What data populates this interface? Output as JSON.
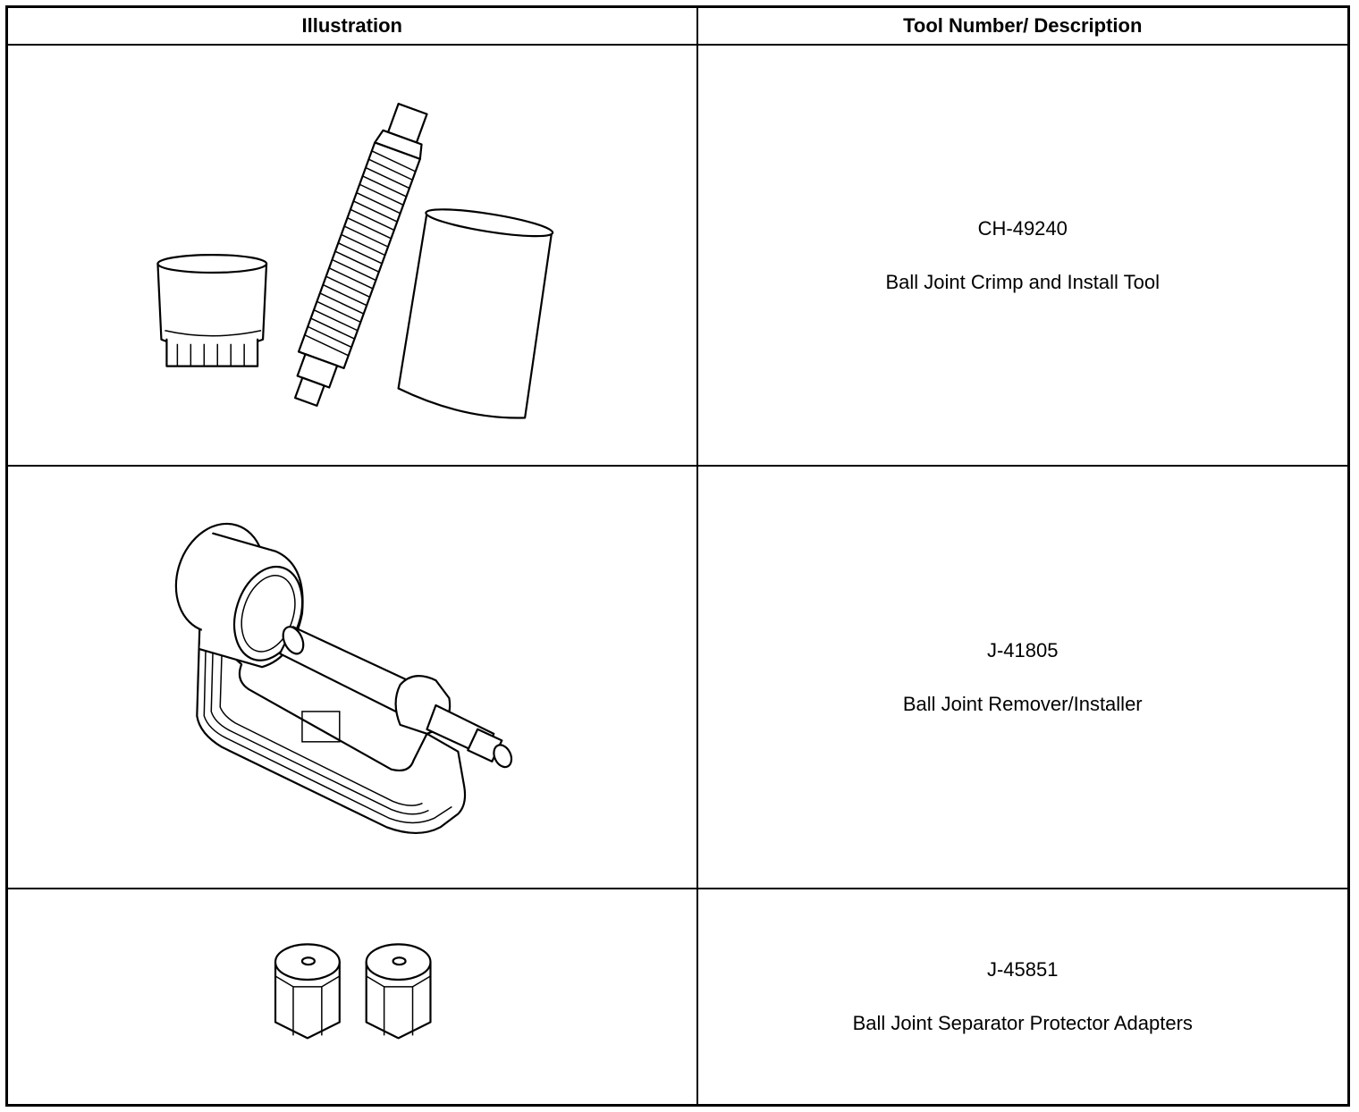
{
  "table": {
    "headers": {
      "illustration": "Illustration",
      "tool": "Tool Number/ Description"
    },
    "rows": [
      {
        "number": "CH-49240",
        "description": "Ball Joint Crimp and Install Tool",
        "illustration_icon": "ball-joint-crimp-install-tool-icon"
      },
      {
        "number": "J-41805",
        "description": "Ball Joint Remover/Installer",
        "illustration_icon": "ball-joint-remover-installer-icon"
      },
      {
        "number": "J-45851",
        "description": "Ball Joint Separator Protector Adapters",
        "illustration_icon": "separator-protector-adapters-icon"
      }
    ]
  }
}
